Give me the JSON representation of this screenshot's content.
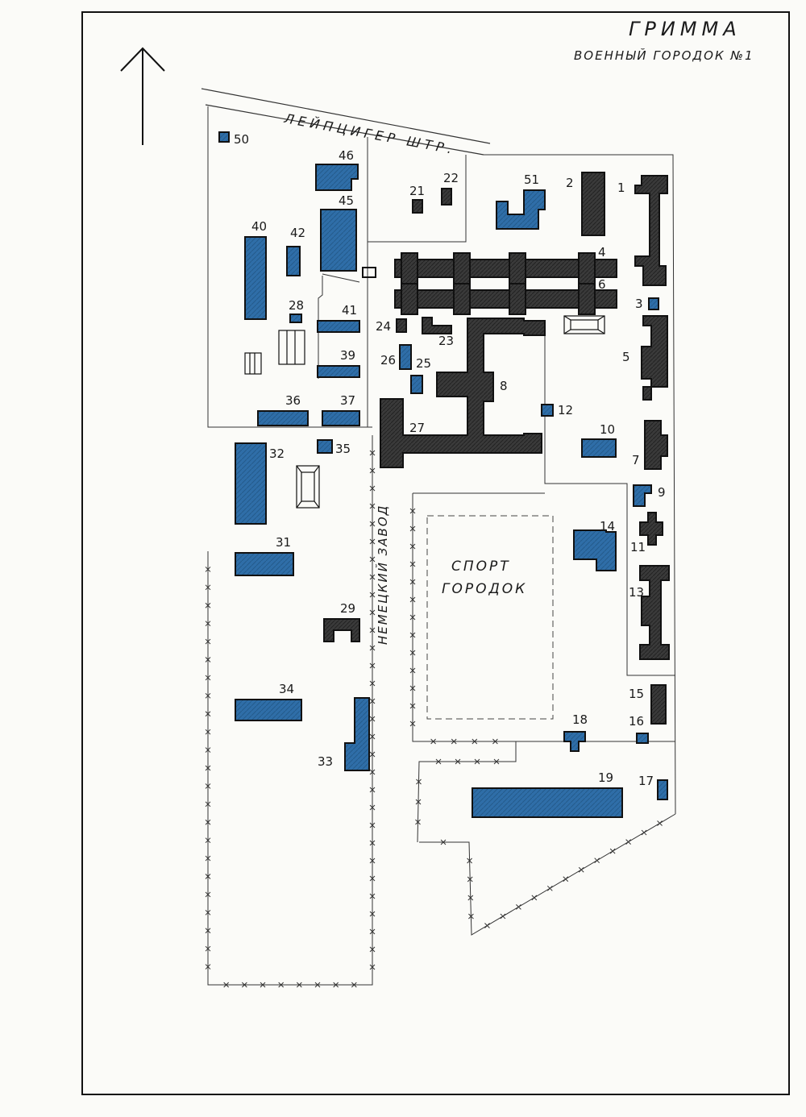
{
  "map": {
    "title": "ГРИММА",
    "subtitle": "ВОЕННЫЙ ГОРОДОК №1",
    "labels": {
      "leipziger_street": "ЛЕЙПЦИГЕР ШТР.",
      "german_factory": "НЕМЕЦКИЙ ЗАВОД",
      "sport_line1": "СПОРТ",
      "sport_line2": "ГОРОДОК"
    },
    "legend_colors": {
      "barracks": "#2c2c2c",
      "service": "#2f6ea8",
      "outline": "#111111"
    },
    "north_icon": "north-arrow-icon",
    "building_numbers": [
      "1",
      "2",
      "3",
      "4",
      "5",
      "6",
      "7",
      "8",
      "9",
      "10",
      "11",
      "12",
      "13",
      "14",
      "15",
      "16",
      "17",
      "18",
      "19",
      "21",
      "22",
      "23",
      "24",
      "25",
      "26",
      "27",
      "28",
      "29",
      "31",
      "32",
      "33",
      "34",
      "35",
      "36",
      "37",
      "39",
      "40",
      "41",
      "42",
      "45",
      "46",
      "50",
      "51"
    ]
  }
}
